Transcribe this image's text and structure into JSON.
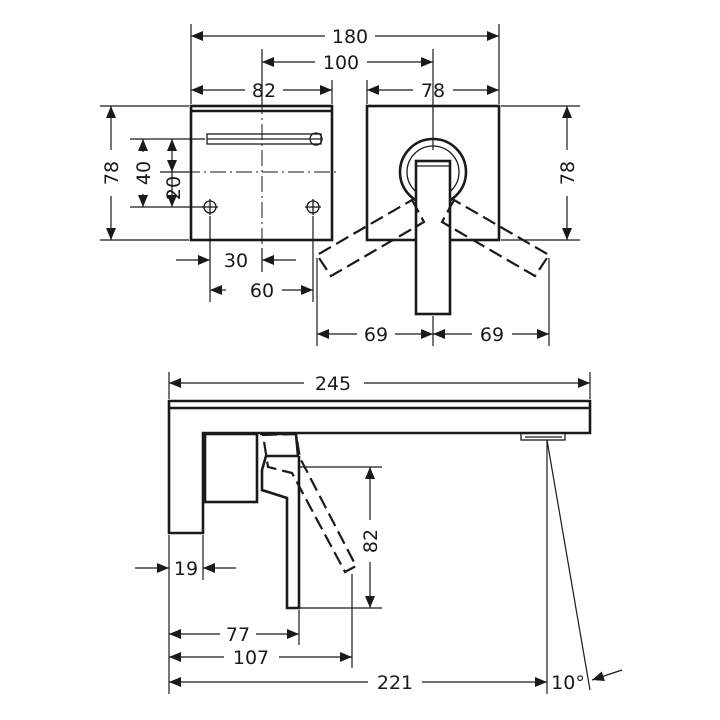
{
  "dimensions": {
    "top_total_width": "180",
    "top_spacing": "100",
    "plate_width_left": "82",
    "plate_width_right": "78",
    "plate_height_left": "78",
    "hole_offset_v40": "40",
    "hole_offset_v20": "20",
    "plate_height_right": "78",
    "hole_spacing_30": "30",
    "hole_spacing_60": "60",
    "handle_swing_left": "69",
    "handle_swing_right": "69",
    "spout_projection": "245",
    "lever_height": "82",
    "plate_depth": "19",
    "lever_offset_77": "77",
    "lever_offset_107": "107",
    "outlet_offset": "221",
    "spray_angle": "10°"
  }
}
